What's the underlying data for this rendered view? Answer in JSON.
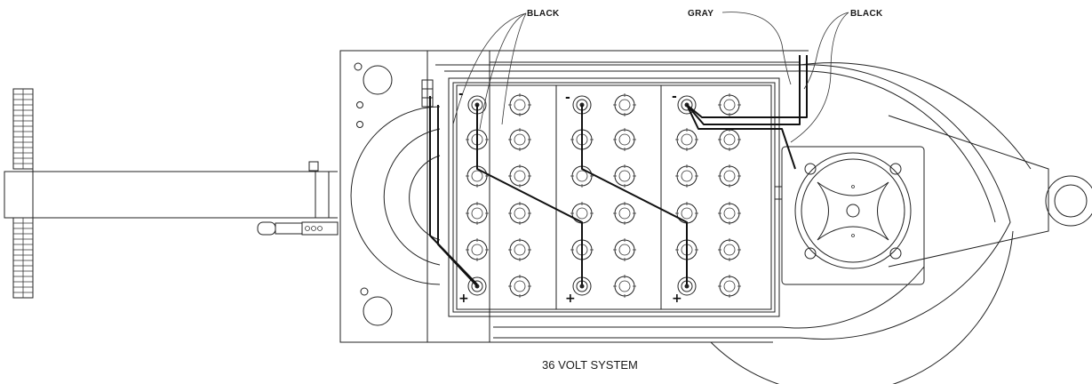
{
  "labels": {
    "black_left": "BLACK",
    "gray": "GRAY",
    "black_right": "BLACK",
    "caption": "36 VOLT SYSTEM"
  },
  "polarity": {
    "negative": "-",
    "positive": "+"
  },
  "colors": {
    "line": "#222222",
    "background": "#ffffff"
  }
}
